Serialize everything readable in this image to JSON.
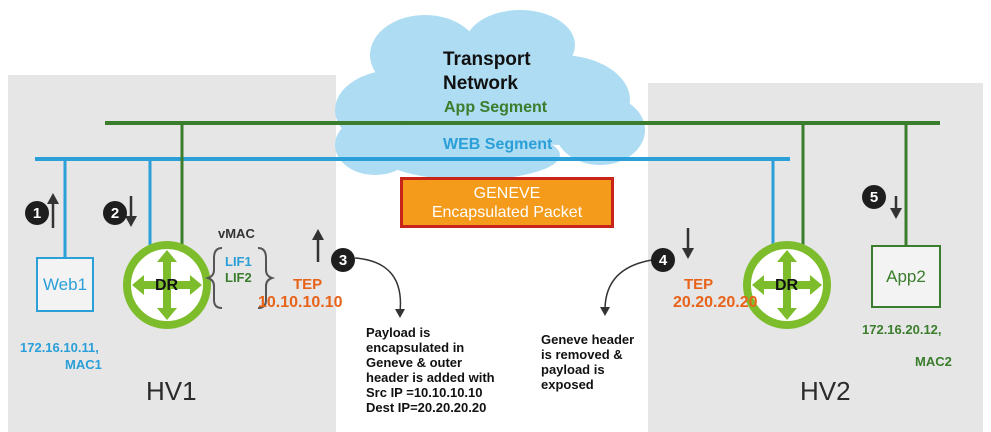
{
  "cloud": {
    "title_line1": "Transport",
    "title_line2": "Network",
    "app_segment": "App Segment",
    "web_segment": "WEB Segment"
  },
  "geneve_box": {
    "line1": "GENEVE",
    "line2": "Encapsulated Packet"
  },
  "hv1": {
    "label": "HV1",
    "web_vm": "Web1",
    "ip": "172.16.10.11,",
    "mac": "MAC1",
    "router": "DR",
    "vmac": "vMAC",
    "lif1": "LIF1",
    "lif2": "LIF2",
    "tep_label": "TEP",
    "tep_ip": "10.10.10.10"
  },
  "hv2": {
    "label": "HV2",
    "app_vm": "App2",
    "ip": "172.16.20.12,",
    "mac": "MAC2",
    "router": "DR",
    "tep_label": "TEP",
    "tep_ip": "20.20.20.20"
  },
  "steps": [
    "1",
    "2",
    "3",
    "4",
    "5"
  ],
  "notes": {
    "step3": [
      "Payload is",
      "encapsulated in",
      "Geneve & outer",
      "header is added with",
      "Src IP =10.10.10.10",
      "Dest IP=20.20.20.20"
    ],
    "step4": [
      "Geneve header",
      "is removed &",
      "payload is",
      "exposed"
    ]
  },
  "colors": {
    "web_blue": "#2a9fd8",
    "app_green": "#3a7d2c",
    "tep_orange": "#e8631a",
    "router_green": "#7dbd2c",
    "geneve_orange": "#f59b1c",
    "cloud_blue": "#aedcf2"
  }
}
